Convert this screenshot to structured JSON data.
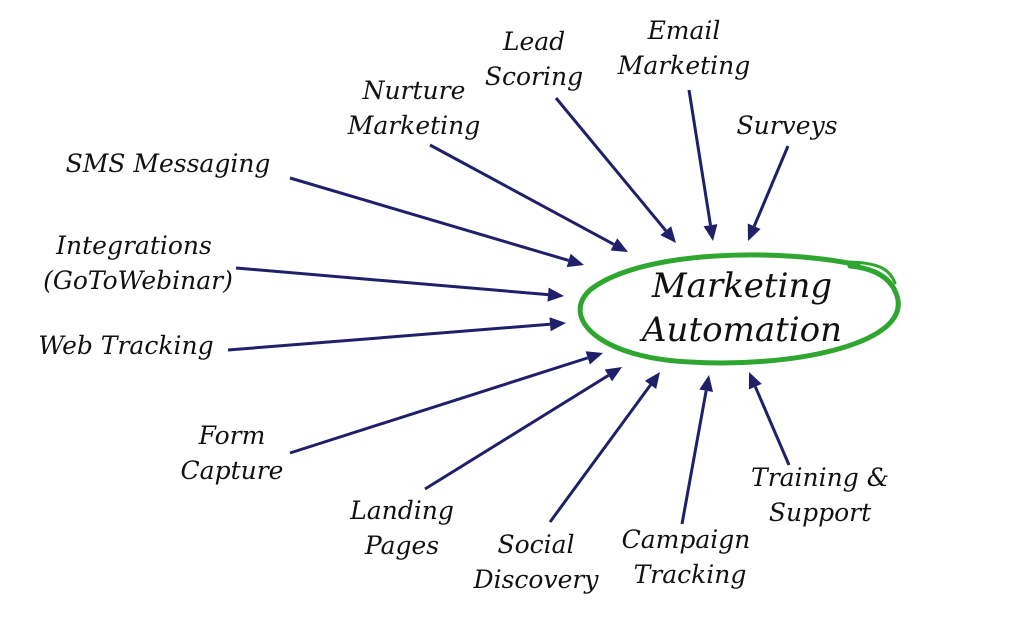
{
  "diagram": {
    "center": {
      "line1": "Marketing",
      "line2": "Automation"
    },
    "nodes": [
      {
        "id": "lead-scoring",
        "lines": [
          "Lead",
          "Scoring"
        ]
      },
      {
        "id": "email-marketing",
        "lines": [
          "Email",
          "Marketing"
        ]
      },
      {
        "id": "nurture-marketing",
        "lines": [
          "Nurture",
          "Marketing"
        ]
      },
      {
        "id": "surveys",
        "lines": [
          "Surveys"
        ]
      },
      {
        "id": "sms-messaging",
        "lines": [
          "SMS Messaging"
        ]
      },
      {
        "id": "integrations",
        "lines": [
          "Integrations",
          "(GoToWebinar)"
        ]
      },
      {
        "id": "web-tracking",
        "lines": [
          "Web Tracking"
        ]
      },
      {
        "id": "form-capture",
        "lines": [
          "Form",
          "Capture"
        ]
      },
      {
        "id": "landing-pages",
        "lines": [
          "Landing",
          "Pages"
        ]
      },
      {
        "id": "social-discovery",
        "lines": [
          "Social",
          "Discovery"
        ]
      },
      {
        "id": "campaign-tracking",
        "lines": [
          "Campaign",
          "Tracking"
        ]
      },
      {
        "id": "training-support",
        "lines": [
          "Training &",
          "Support"
        ]
      }
    ]
  },
  "colors": {
    "arrow": "#1f1f6a",
    "ellipse": "#2fa62f",
    "text": "#111111"
  }
}
